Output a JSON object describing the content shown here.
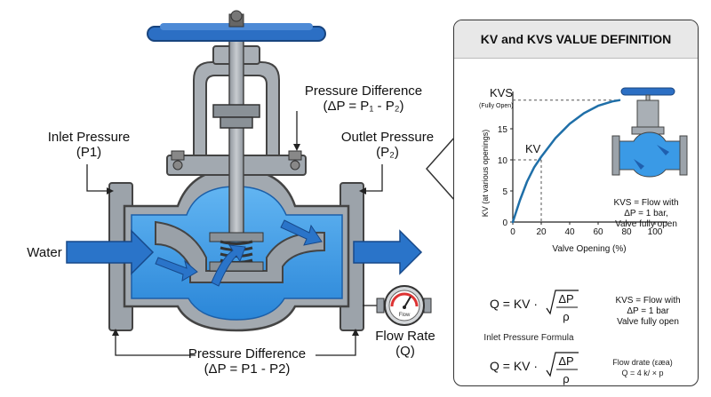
{
  "labels": {
    "inlet_pressure": "Inlet Pressure",
    "inlet_symbol": "(P1)",
    "outlet_pressure": "Outlet Pressure",
    "outlet_symbol": "(P₂)",
    "pressure_diff_top": "Pressure Difference",
    "pressure_diff_top_formula": "(ΔP = P₁ - P₂)",
    "water": "Water",
    "pressure_diff_bottom": "Pressure Difference",
    "pressure_diff_bottom_formula": "(ΔP = P1 - P2)",
    "flow_rate": "Flow Rate",
    "flow_rate_symbol": "(Q)",
    "gauge_text": "Flow"
  },
  "panel": {
    "title": "KV and KVS VALUE DEFINITION",
    "kvs_label": "KVS",
    "kvs_sub": "(Fully Open)",
    "kv_label": "KV",
    "kvs_note": "KVS = Flow with",
    "kvs_note_2": "ΔP = 1 bar,",
    "kvs_note_3": "Valve fully open",
    "formula_1_left": "Q = KV ·",
    "formula_1_num": "ΔP",
    "formula_1_den": "ρ",
    "formula_1_caption": "Inlet Pressure Formula",
    "formula_1_note": "KVS = Flow with",
    "formula_1_note_2": "ΔP = 1 bar",
    "formula_1_note_3": "Valve fully open",
    "formula_2_left": "Q = KV ·",
    "formula_2_num": "ΔP",
    "formula_2_den": "ρ",
    "formula_2_note": "Flow drate (εæa)",
    "formula_2_note_2": "Q = 4 k/ × p"
  },
  "chart_data": {
    "type": "line",
    "xlabel": "Valve Opening (%)",
    "ylabel": "KV (at various openings)",
    "xticks": [
      "0",
      "20",
      "40",
      "60",
      "80",
      "100"
    ],
    "yticks": [
      "0",
      "5",
      "10",
      "15"
    ],
    "xlim": [
      0,
      100
    ],
    "ylim": [
      0,
      20
    ],
    "x": [
      0,
      5,
      10,
      15,
      20,
      30,
      40,
      50,
      60,
      70,
      75
    ],
    "y": [
      0,
      3.5,
      6.5,
      8.8,
      10.5,
      13.5,
      15.8,
      17.5,
      18.7,
      19.4,
      19.6
    ],
    "kv_point": {
      "x": 20,
      "y": 10
    },
    "kvs_point": {
      "x": 75,
      "y": 19.6
    }
  },
  "colors": {
    "valve_body": "#9aa0a6",
    "water": "#3a9ae6",
    "arrow": "#2a74c9",
    "handwheel": "#2c6fc4",
    "curve": "#1f6fa8"
  }
}
